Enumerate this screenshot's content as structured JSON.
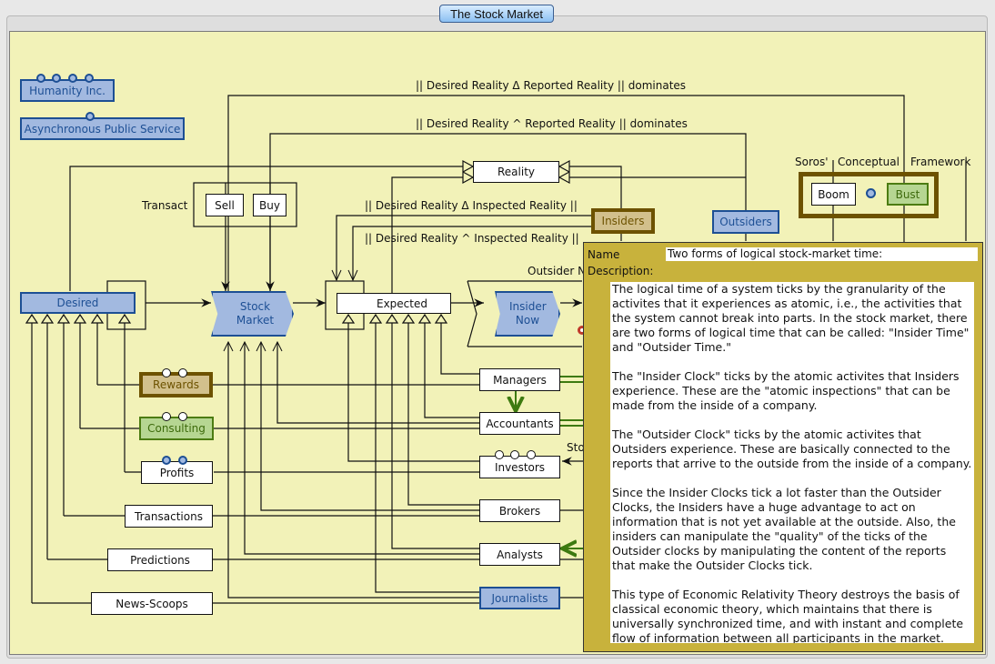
{
  "window": {
    "title": "The Stock Market"
  },
  "diagram": {
    "annotations": {
      "reported_delta": "|| Desired Reality Δ Reported Reality || dominates",
      "reported_and": "|| Desired Reality ^ Reported Reality || dominates",
      "inspected_delta": "|| Desired Reality Δ Inspected Reality ||",
      "inspected_and": "|| Desired Reality ^ Inspected Reality ||",
      "transact": "Transact",
      "outsider_now_partial": "Outsider N",
      "stock_partial": "Stock",
      "soros": "Soros'",
      "conceptual": "Conceptual",
      "framework": "Framework"
    },
    "nodes": {
      "humanity": "Humanity Inc.",
      "async_public_service": "Asynchronous Public Service",
      "reality": "Reality",
      "sell": "Sell",
      "buy": "Buy",
      "insiders": "Insiders",
      "outsiders": "Outsiders",
      "boom": "Boom",
      "bust": "Bust",
      "desired": "Desired",
      "stock_market": "Stock Market",
      "expected": "Expected",
      "insider_now": "Insider Now",
      "rewards": "Rewards",
      "consulting": "Consulting",
      "profits": "Profits",
      "transactions": "Transactions",
      "predictions": "Predictions",
      "news_scoops": "News-Scoops",
      "managers": "Managers",
      "accountants": "Accountants",
      "investors": "Investors",
      "brokers": "Brokers",
      "analysts": "Analysts",
      "journalists": "Journalists"
    }
  },
  "properties_panel": {
    "name_label": "Name",
    "name_value": "Two forms of logical stock-market time:",
    "description_label": "Description:",
    "description_paragraphs": [
      "The logical time of a system ticks by the granularity of the activites that it experiences as atomic, i.e., the activities that the system cannot break into parts. In the stock market, there are two forms of logical time that can be called: \"Insider Time\" and \"Outsider Time.\"",
      "The \"Insider Clock\" ticks by the atomic activites that Insiders experience. These are the \"atomic inspections\" that can be made from the inside of a company.",
      "The \"Outsider Clock\" ticks by the atomic activites that Outsiders experience. These are basically connected to the reports that arrive to the outside from the inside of a company.",
      "Since the Insider Clocks tick a lot faster than the Outsider Clocks, the Insiders have a huge advantage to act on information that is not yet available at the outside. Also, the insiders can manipulate the \"quality\" of the ticks of the Outsider clocks by manipulating the content of the reports that make the Outsider Clocks tick.",
      "This type of Economic Relativity Theory destroys the basis of classical economic theory, which maintains that there is universally synchronized time, and  with instant and complete flow of information between all participants in the market."
    ]
  },
  "colors": {
    "canvas": "#f2f2b8",
    "blue_fill": "#a2b9e0",
    "blue_border": "#1d4f94",
    "brown_fill": "#d2c08c",
    "brown_border": "#6d5200",
    "green_fill": "#b6d692",
    "green_border": "#4c7c12",
    "panel": "#c8b23c"
  }
}
